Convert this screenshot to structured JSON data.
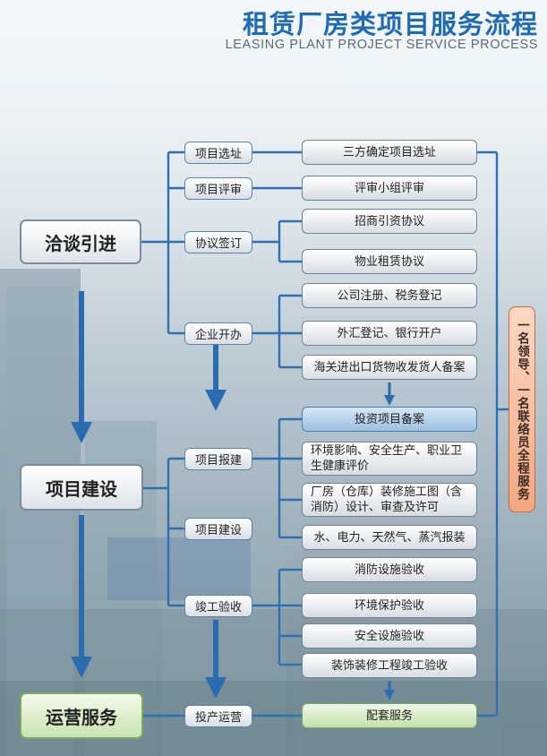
{
  "header": {
    "title": "租赁厂房类项目服务流程",
    "subtitle": "LEASING PLANT PROJECT SERVICE PROCESS"
  },
  "stages": {
    "negotiation": "洽谈引进",
    "construction": "项目建设",
    "operation": "运营服务"
  },
  "steps": {
    "site_selection": "项目选址",
    "project_review": "项目评审",
    "agreement_signing": "协议签订",
    "enterprise_setup": "企业开办",
    "project_filing": "项目报建",
    "project_construction": "项目建设",
    "completion_acceptance": "竣工验收",
    "operation_start": "投产运营"
  },
  "details": {
    "tripartite_site": "三方确定项目选址",
    "panel_review": "评审小组评审",
    "investment_agreement": "招商引资协议",
    "property_lease": "物业租赁协议",
    "company_registration": "公司注册、税务登记",
    "forex_bank": "外汇登记、银行开户",
    "customs_filing": "海关进出口货物收发货人备案",
    "investment_filing": "投资项目备案",
    "env_safety_health": "环境影响、安全生产、职业卫生健康评价",
    "design_review": "厂房（仓库）装修施工图（含消防）设计、审查及许可",
    "utilities": "水、电力、天然气、蒸汽报装",
    "fire_acceptance": "消防设施验收",
    "env_acceptance": "环境保护验收",
    "safety_acceptance": "安全设施验收",
    "decoration_acceptance": "装饰装修工程竣工验收",
    "supporting_services": "配套服务"
  },
  "side_label": "一名领导、一名联络员全程服务",
  "colors": {
    "title_blue": "#1f6bb4",
    "process_blue": "#2b6cb0",
    "connector": "#2f6fb3",
    "stage_green": "#c8e3b1",
    "side_orange": "#f2a882"
  }
}
